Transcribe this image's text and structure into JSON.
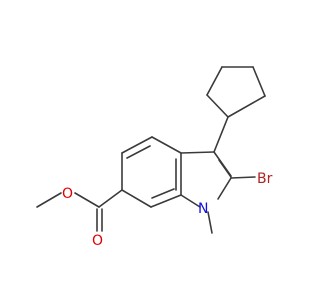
{
  "molecule": {
    "atoms": {
      "ester_carbonyl_oxygen": "O",
      "ester_ether_oxygen": "O",
      "ring_nitrogen": "N",
      "bromine": "Br"
    }
  },
  "colors": {
    "bond": "#3a3a3a",
    "oxygen": "#e00000",
    "nitrogen": "#1010e0",
    "bromine": "#b22222",
    "background": "#ffffff"
  }
}
